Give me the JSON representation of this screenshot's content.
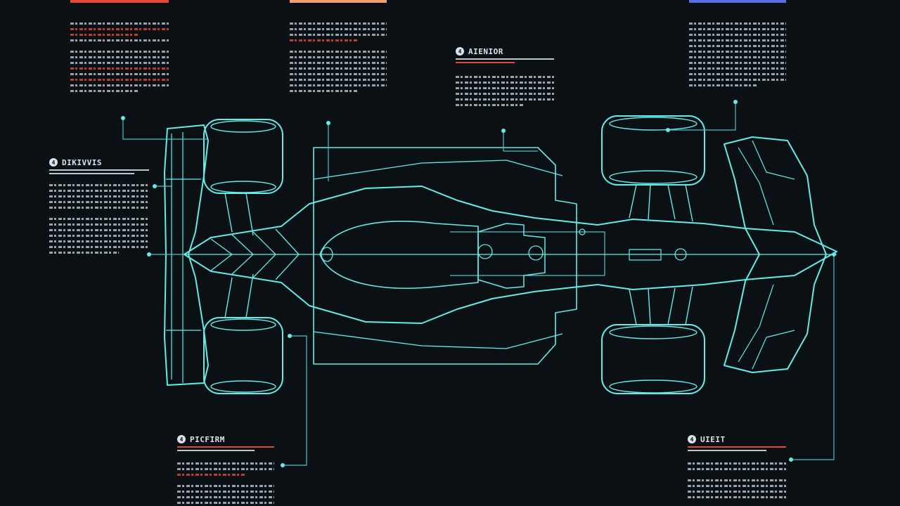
{
  "colors": {
    "background": "#0b1014",
    "accent_cyan": "#63ece8",
    "accent_red": "#e1493d",
    "accent_orange": "#f0a070",
    "accent_blue": "#5a6ee0",
    "text": "#d8e4ea"
  },
  "labels": {
    "left": {
      "number": "4",
      "title": "DIKIVVIS"
    },
    "top_center": {
      "number": "4",
      "title": "AIENIOR"
    },
    "bottom_left": {
      "number": "4",
      "title": "PICFIRM"
    },
    "bottom_right": {
      "number": "4",
      "title": "UIEIT"
    }
  },
  "icons": {
    "callout_dot": "dot-marker",
    "heading_badge": "number-badge"
  }
}
